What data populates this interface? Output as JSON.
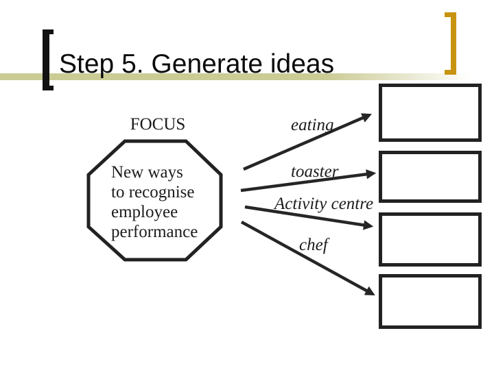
{
  "slide": {
    "title": "Step 5. Generate ideas",
    "colors": {
      "left_bracket": "#121212",
      "right_bracket_gold": "#c79310",
      "title_rule_khaki": "#cbcb96",
      "ink": "#222222"
    }
  },
  "diagram": {
    "focus_label": "FOCUS",
    "focus_shape": "octagon",
    "focus_text": "New ways\nto recognise\nemployee\nperformance",
    "ideas": [
      {
        "label": "eating"
      },
      {
        "label": "toaster"
      },
      {
        "label": "Activity centre"
      },
      {
        "label": "chef"
      }
    ],
    "idea_box_count": "4"
  }
}
